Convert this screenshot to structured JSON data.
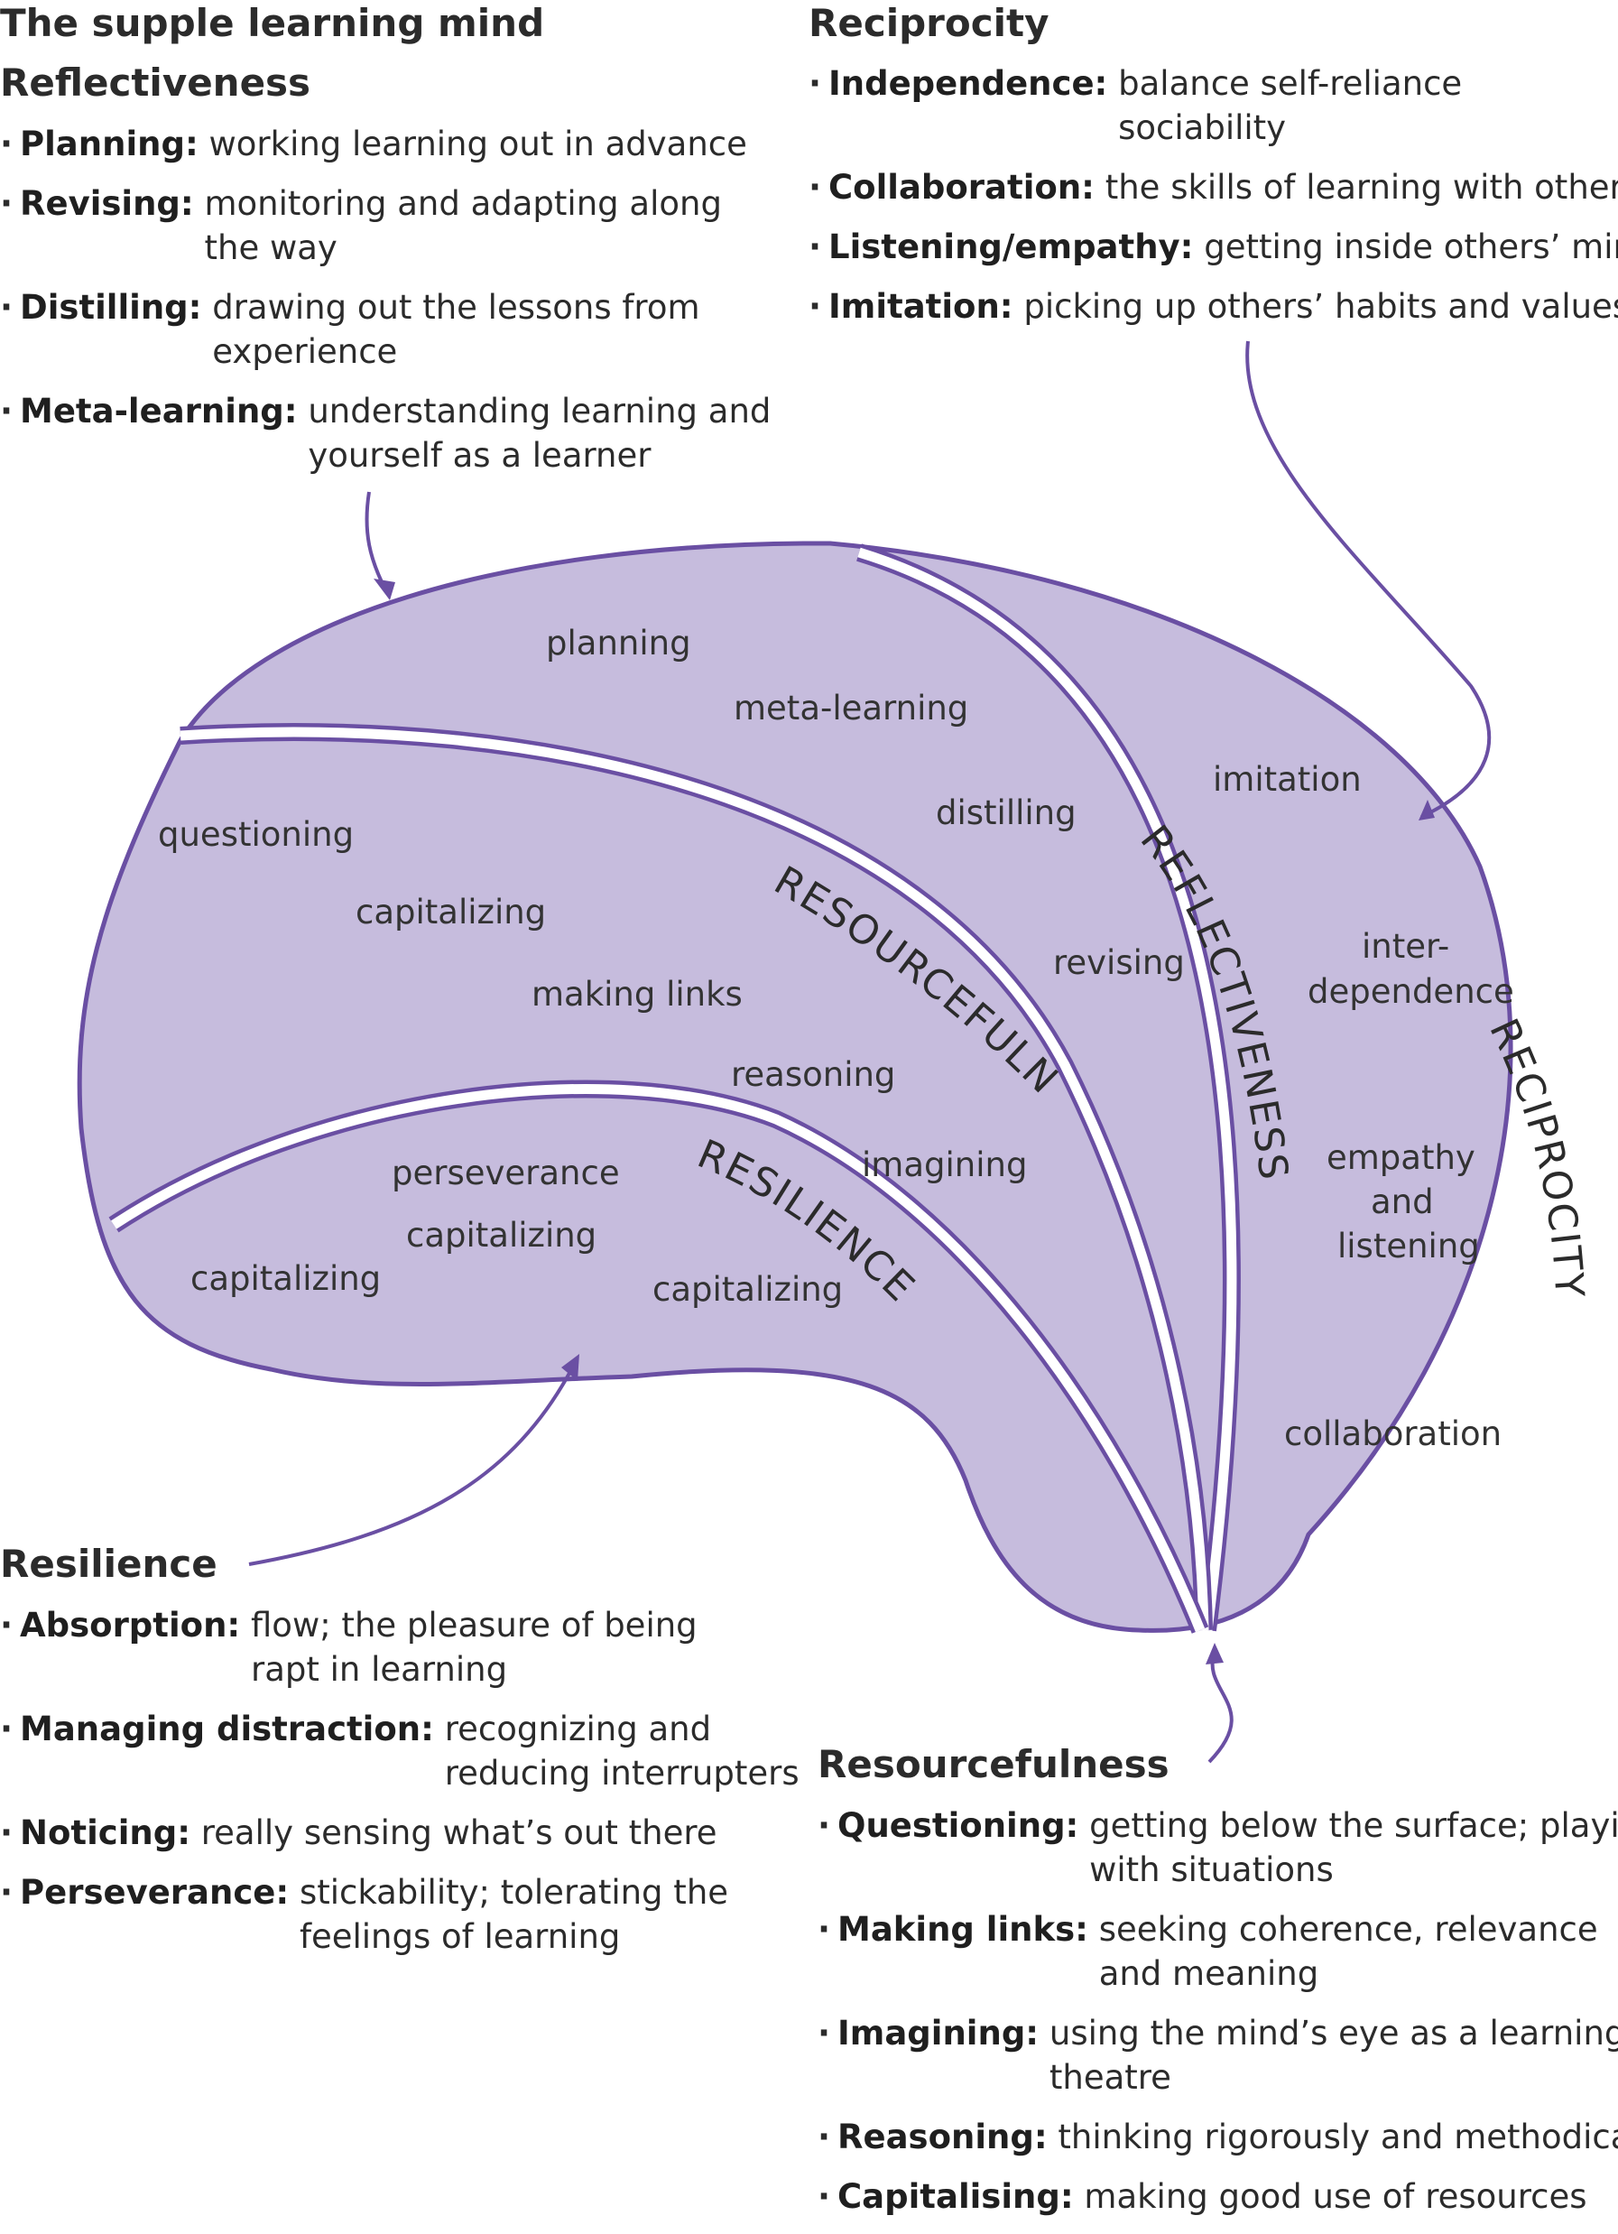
{
  "main_title": "The supple learning mind",
  "reflectiveness": {
    "heading": "Reflectiveness",
    "items": [
      {
        "term": "Planning:",
        "def": "working learning out in advance"
      },
      {
        "term": "Revising:",
        "def": "monitoring and adapting along\nthe way"
      },
      {
        "term": "Distilling:",
        "def": "drawing out the lessons from\nexperience"
      },
      {
        "term": "Meta-learning:",
        "def": "understanding learning and\nyourself as a learner"
      }
    ]
  },
  "reciprocity": {
    "heading": "Reciprocity",
    "items": [
      {
        "term": "Independence:",
        "def": "balance self-reliance\nsociability"
      },
      {
        "term": "Collaboration:",
        "def": "the skills of learning with others"
      },
      {
        "term": "Listening/empathy:",
        "def": "getting inside others’ minds"
      },
      {
        "term": "Imitation:",
        "def": "picking up others’ habits and values"
      }
    ]
  },
  "resilience": {
    "heading": "Resilience",
    "items": [
      {
        "term": "Absorption:",
        "def": "flow; the pleasure of being\nrapt in learning"
      },
      {
        "term": "Managing distraction:",
        "def": "recognizing and\nreducing interrupters"
      },
      {
        "term": "Noticing:",
        "def": "really sensing what’s out there"
      },
      {
        "term": "Perseverance:",
        "def": "stickability; tolerating the\nfeelings of learning"
      }
    ]
  },
  "resourcefulness": {
    "heading": "Resourcefulness",
    "items": [
      {
        "term": "Questioning:",
        "def": "getting below the surface; playing\nwith situations"
      },
      {
        "term": "Making links:",
        "def": "seeking coherence, relevance\nand meaning"
      },
      {
        "term": "Imagining:",
        "def": "using the mind’s eye as a learning\ntheatre"
      },
      {
        "term": "Reasoning:",
        "def": "thinking rigorously and methodically"
      },
      {
        "term": "Capitalising:",
        "def": "making good use of resources"
      }
    ]
  },
  "diagram": {
    "colors": {
      "fill": "#c6bcdd",
      "stroke": "#6a4fa3",
      "band": "#ffffff"
    },
    "band_names": {
      "resourcefulness": "RESOURCEFULNESS",
      "resilience": "RESILIENCE",
      "reflectiveness": "REFLECTIVENESS",
      "reciprocity": "RECIPROCITY"
    },
    "labels": {
      "planning": "planning",
      "meta_learning": "meta-learning",
      "distilling": "distilling",
      "revising": "revising",
      "imitation": "imitation",
      "inter": "inter-",
      "dependence": "dependence",
      "empathy": "empathy",
      "and": "and",
      "listening": "listening",
      "collaboration": "collaboration",
      "questioning": "questioning",
      "capitalizing_1": "capitalizing",
      "making_links": "making links",
      "reasoning": "reasoning",
      "imagining": "imagining",
      "perseverance": "perseverance",
      "capitalizing_2": "capitalizing",
      "capitalizing_3": "capitalizing",
      "capitalizing_4": "capitalizing"
    }
  }
}
